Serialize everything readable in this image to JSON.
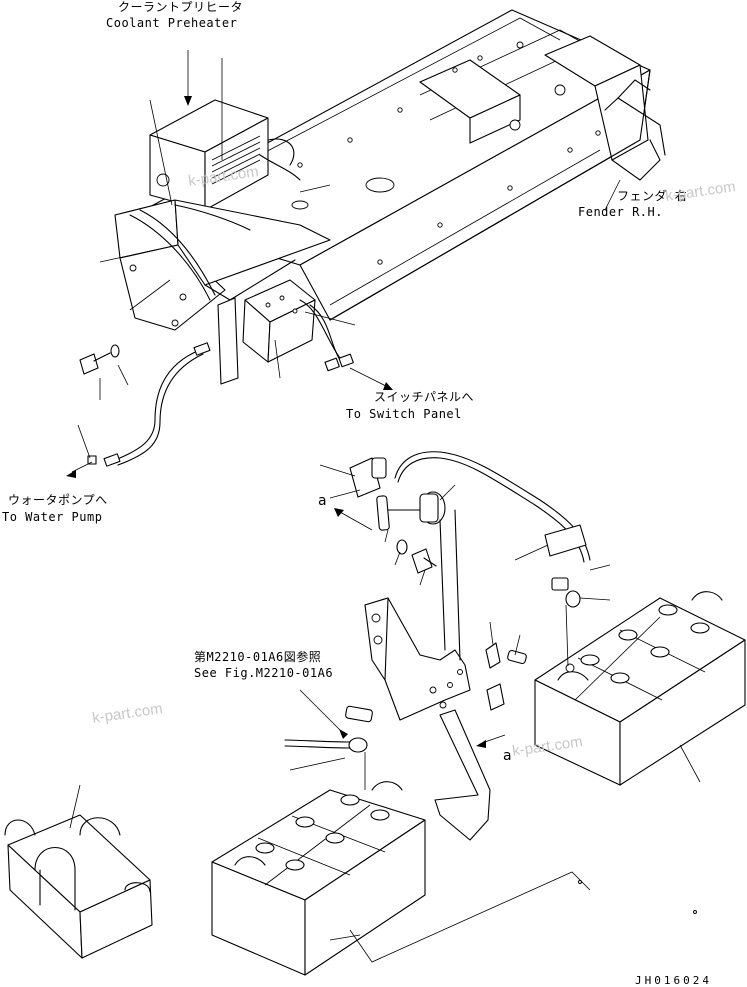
{
  "labels": {
    "coolant_preheater_jp": "クーラントプリヒータ",
    "coolant_preheater_en": "Coolant Preheater",
    "fender_jp": "フェンダ 右",
    "fender_en": "Fender R.H.",
    "switch_panel_jp": "スイッチパネルへ",
    "switch_panel_en": "To Switch Panel",
    "water_pump_jp": "ウォータポンプへ",
    "water_pump_en": "To Water Pump",
    "see_fig_jp": "第M2210-01A6図参照",
    "see_fig_en": "See Fig.M2210-01A6",
    "ref_a_upper": "a",
    "ref_a_lower": "a",
    "drawing_number": "JH016024"
  },
  "watermarks": [
    "k-part.com",
    "k-part.com",
    "k-part.com",
    "k-part.com"
  ]
}
